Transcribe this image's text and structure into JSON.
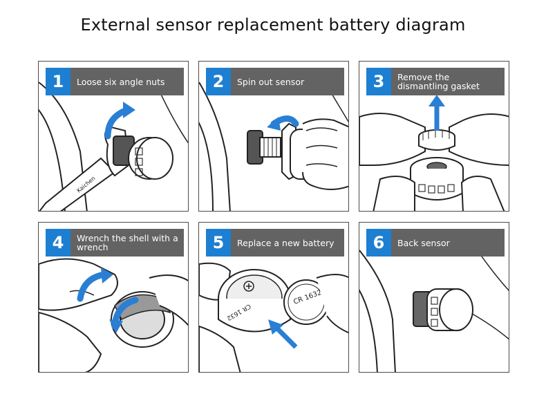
{
  "title": "External sensor replacement battery diagram",
  "steps": [
    {
      "number": "1",
      "label": "Loose six angle nuts"
    },
    {
      "number": "2",
      "label": "Spin out sensor"
    },
    {
      "number": "3",
      "label": "Remove the dismantling gasket"
    },
    {
      "number": "4",
      "label": "Wrench the shell with a wrench"
    },
    {
      "number": "5",
      "label": "Replace a new battery"
    },
    {
      "number": "6",
      "label": "Back sensor"
    }
  ],
  "battery": {
    "front_text": "CR 1632",
    "back_text": "CR 1632"
  },
  "wrench_text": "Kaichen",
  "colors": {
    "accent": "#1d7fd1",
    "header_gray": "#636363",
    "arrow_blue": "#2a7fd4"
  }
}
